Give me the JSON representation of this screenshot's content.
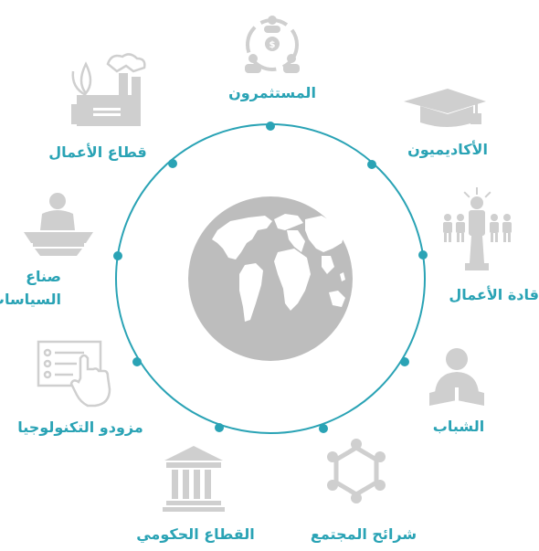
{
  "colors": {
    "accent": "#2aa3b5",
    "icon": "#cfcfcf",
    "globe": "#bdbdbd",
    "land": "#ffffff"
  },
  "center": {
    "icon": "globe-icon"
  },
  "stakeholders": [
    {
      "id": "investors",
      "label": "المستثمرون",
      "icon": "investors-icon"
    },
    {
      "id": "academics",
      "label": "الأكاديميون",
      "icon": "graduation-cap-icon"
    },
    {
      "id": "business-leaders",
      "label": "قادة الأعمال",
      "icon": "leader-icon"
    },
    {
      "id": "youth",
      "label": "الشباب",
      "icon": "reading-person-icon"
    },
    {
      "id": "society-segments",
      "label": "شرائح المجتمع",
      "icon": "community-ring-icon"
    },
    {
      "id": "government-sector",
      "label": "القطاع الحكومي",
      "icon": "government-building-icon"
    },
    {
      "id": "technology-providers",
      "label": "مزودو التكنولوجيا",
      "icon": "touch-screen-icon"
    },
    {
      "id": "policy-makers",
      "label": "صناع السياسات",
      "lines": [
        "صناع",
        "السياسات"
      ],
      "icon": "podium-icon"
    },
    {
      "id": "business-sector",
      "label": "قطاع الأعمال",
      "icon": "factory-icon"
    }
  ]
}
